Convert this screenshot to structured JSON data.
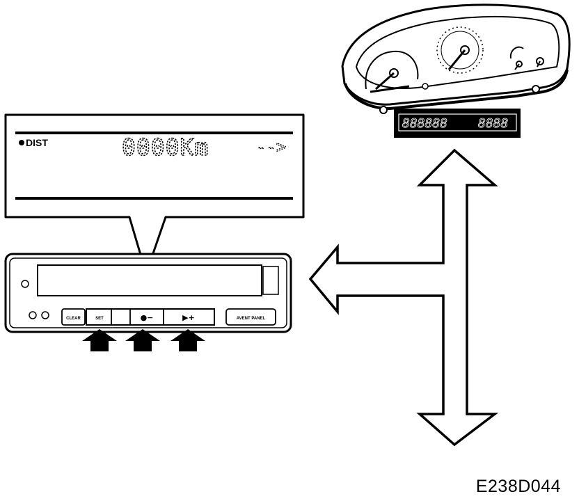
{
  "callout": {
    "indicator": "DIST",
    "value": "0000Km",
    "arrow": "-->"
  },
  "head_unit": {
    "buttons": {
      "clear": "CLEAR",
      "set": "SET",
      "minus": "●−",
      "plus": "▶+",
      "avent_panel": "AVENT PANEL"
    }
  },
  "cluster": {
    "display_left": "888888",
    "display_right": "8888"
  },
  "figure_id": "E238D044",
  "colors": {
    "ink": "#000000",
    "paper": "#ffffff"
  }
}
